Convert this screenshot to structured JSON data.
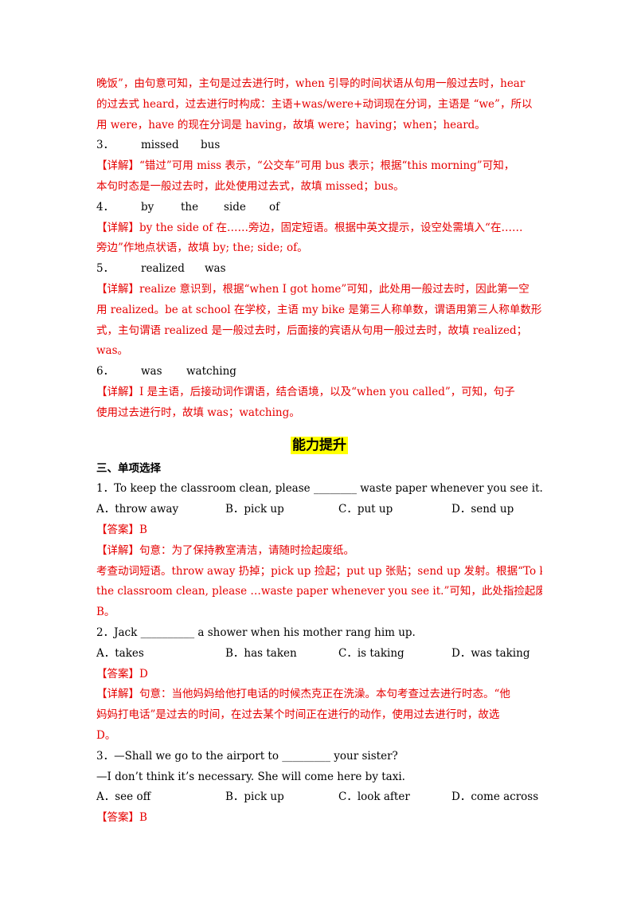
{
  "explanation_top": {
    "line1": "晚饭”，由句意可知，主句是过去进行时，when 引导的时间状语从句用一般过去时，hear",
    "line2": "的过去式 heard，过去进行时构成：主语+was/were+动词现在分词，主语是 “we”，所以",
    "line3": "用 were，have 的现在分词是 having，故填 were；having；when；heard。"
  },
  "answers": [
    {
      "num": "3．",
      "words": [
        "missed",
        "bus"
      ],
      "detail_lines": [
        "【详解】“错过”可用 miss 表示，“公交车”可用 bus 表示；根据“this morning”可知，",
        "本句时态是一般过去时，此处使用过去式，故填 missed；bus。"
      ]
    },
    {
      "num": "4．",
      "words": [
        "by",
        "the",
        "side",
        "of"
      ],
      "detail_lines": [
        "【详解】by the side of 在……旁边，固定短语。根据中英文提示，设空处需填入“在……",
        "旁边”作地点状语，故填 by; the; side; of。"
      ]
    },
    {
      "num": "5．",
      "words": [
        "realized",
        "was"
      ],
      "detail_lines": [
        "【详解】realize 意识到，根据“when I got home”可知，此处用一般过去时，因此第一空",
        "用 realized。be at school 在学校，主语 my bike 是第三人称单数，谓语用第三人称单数形",
        "式，主句谓语 realized 是一般过去时，后面接的宾语从句用一般过去时，故填 realized；",
        "was。"
      ]
    },
    {
      "num": "6．",
      "words": [
        "was",
        "watching"
      ],
      "detail_lines": [
        "【详解】I 是主语，后接动词作谓语，结合语境，以及“when you called”，可知，句子",
        "使用过去进行时，故填 was；watching。"
      ]
    }
  ],
  "section_title": "能力提升",
  "subsection": "三、单项选择",
  "questions": [
    {
      "stem": "1．To keep the classroom clean, please ________ waste paper whenever you see it.",
      "options": [
        "A．throw away",
        "B．pick up",
        "C．put up",
        "D．send up"
      ],
      "answer": "【答案】B",
      "detail": [
        "【详解】句意：为了保持教室清洁，请随时捡起废纸。",
        "考查动词短语。throw away 扔掉；pick up 捡起；put up 张贴；send up 发射。根据“To keep",
        "the classroom clean, please …waste paper whenever you see it.”可知，此处指捡起废纸。故选",
        "B。"
      ]
    },
    {
      "stem": "2．Jack __________ a shower when his mother rang him up.",
      "options": [
        "A．takes",
        "B．has taken",
        "C．is taking",
        "D．was taking"
      ],
      "answer": "【答案】D",
      "detail": [
        "【详解】句意：当他妈妈给他打电话的时候杰克正在洗澡。本句考查过去进行时态。“他",
        "妈妈打电话”是过去的时间，在过去某个时间正在进行的动作，使用过去进行时，故选",
        "D。"
      ]
    },
    {
      "stem": "3．—Shall we go to the airport to _________ your sister?",
      "stem2": "—I don’t think it’s necessary. She will come here by taxi.",
      "options": [
        "A．see off",
        "B．pick up",
        "C．look after",
        "D．come across"
      ],
      "answer": "【答案】B"
    }
  ]
}
